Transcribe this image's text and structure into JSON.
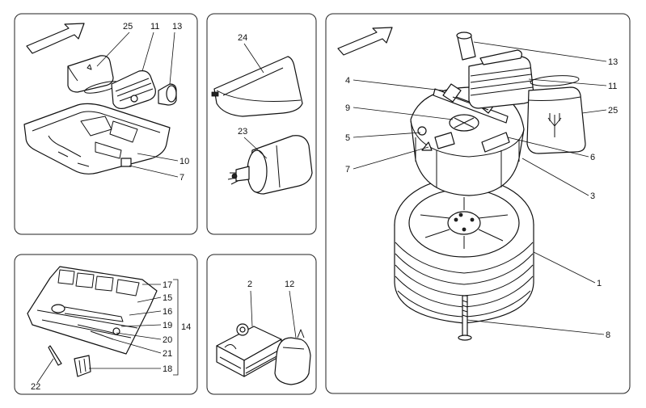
{
  "panels": {
    "top_left": {
      "callouts": [
        "25",
        "11",
        "13",
        "10",
        "7"
      ]
    },
    "top_middle": {
      "callouts": [
        "24",
        "23"
      ]
    },
    "bottom_left": {
      "callouts": [
        "17",
        "15",
        "16",
        "19",
        "20",
        "21",
        "18",
        "22"
      ],
      "group_label": "14"
    },
    "bottom_middle": {
      "callouts": [
        "2",
        "12"
      ]
    },
    "right": {
      "callouts": [
        "13",
        "4",
        "11",
        "25",
        "9",
        "5",
        "6",
        "7",
        "3",
        "1",
        "8"
      ]
    }
  },
  "colors": {
    "line": "#111111",
    "panel_border": "#222222",
    "background": "#ffffff"
  },
  "icons": [
    "direction-arrow-icon",
    "maserati-trident-logo"
  ]
}
